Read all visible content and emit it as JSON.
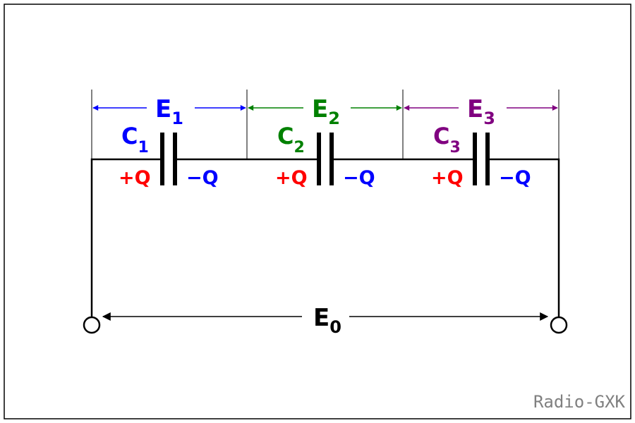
{
  "colors": {
    "c1": "#0000ff",
    "c2": "#008000",
    "c3": "#800080",
    "pos": "#ff0000",
    "neg": "#0000ff",
    "wire": "#000000",
    "credit": "#808080"
  },
  "voltages": {
    "e1": {
      "main": "E",
      "sub": "1"
    },
    "e2": {
      "main": "E",
      "sub": "2"
    },
    "e3": {
      "main": "E",
      "sub": "3"
    },
    "e0": {
      "main": "E",
      "sub": "0"
    }
  },
  "capacitors": [
    {
      "main": "C",
      "sub": "1",
      "pos": "+Q",
      "neg": "−Q"
    },
    {
      "main": "C",
      "sub": "2",
      "pos": "+Q",
      "neg": "−Q"
    },
    {
      "main": "C",
      "sub": "3",
      "pos": "+Q",
      "neg": "−Q"
    }
  ],
  "credit": "Radio-GXK"
}
